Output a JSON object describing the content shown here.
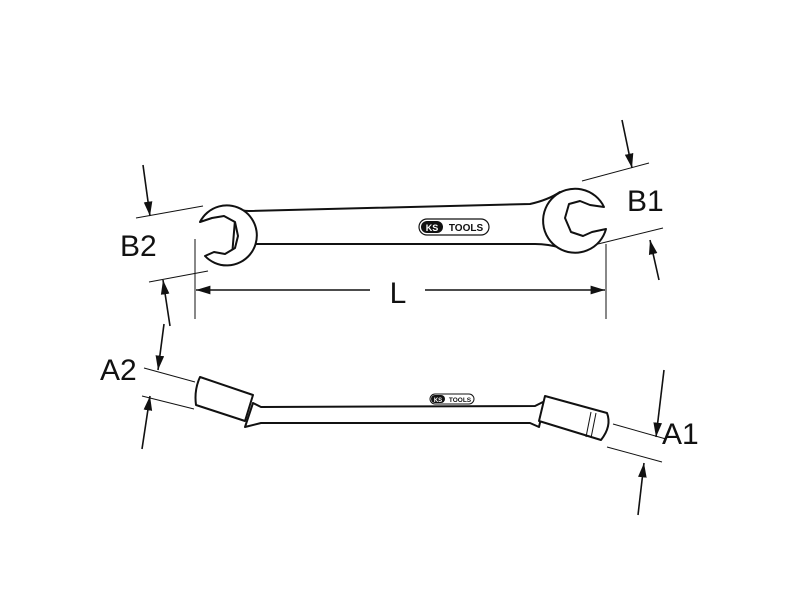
{
  "brand": "KS TOOLS",
  "logo": {
    "ks": "KS",
    "tools": "TOOLS"
  },
  "dimensions": {
    "top_view": {
      "left_width": "B2",
      "right_width": "B1",
      "length": "L"
    },
    "side_view": {
      "left_thickness": "A2",
      "right_thickness": "A1"
    }
  },
  "colors": {
    "line": "#111111",
    "background": "#ffffff"
  }
}
